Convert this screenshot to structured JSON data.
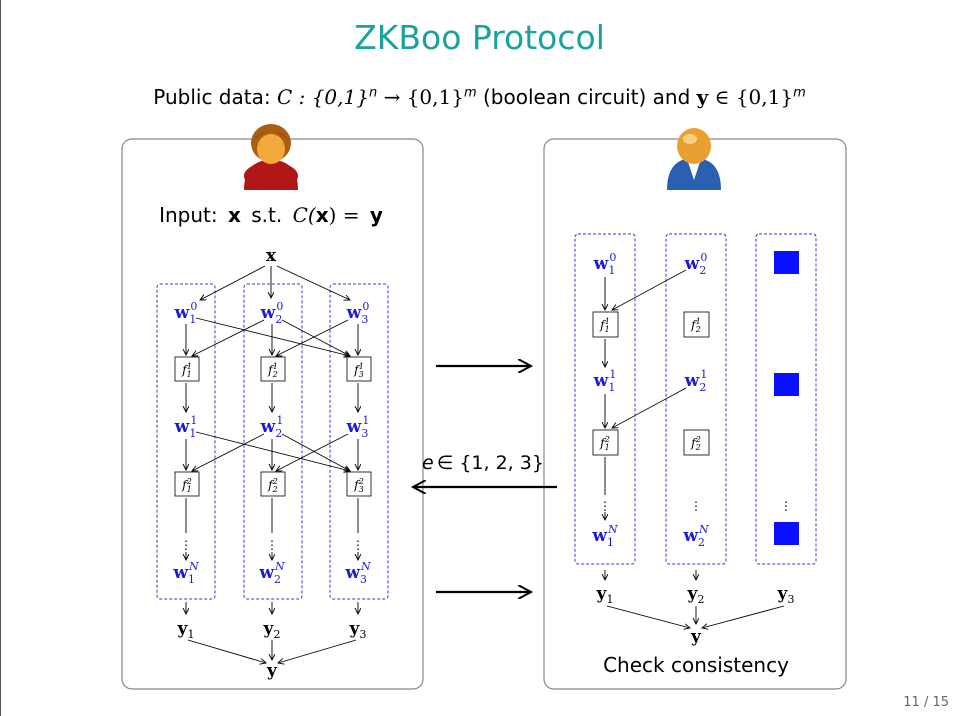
{
  "title": "ZKBoo Protocol",
  "public_data": {
    "label": "Public data:",
    "circuit": "C : {0,1}",
    "exp_n": "n",
    "arrow": "→ {0,1}",
    "exp_m": "m",
    "desc": "(boolean circuit) and",
    "y": "y",
    "in": "∈ {0,1}",
    "exp_m2": "m"
  },
  "prover": {
    "input_prefix": "Input:",
    "input_x": "x",
    "input_st": "s.t.",
    "input_cond": "C(",
    "input_cond_x": "x",
    "input_cond_end": ") =",
    "input_y": "y",
    "root": "x",
    "output": "y",
    "columns": [
      {
        "w0": "w",
        "w0_sub": "1",
        "w0_sup": "0",
        "f1": "f",
        "f1_sub": "1",
        "f1_sup": "1",
        "w1": "w",
        "w1_sub": "1",
        "w1_sup": "1",
        "f2": "f",
        "f2_sub": "1",
        "f2_sup": "2",
        "wN": "w",
        "wN_sub": "1",
        "wN_sup": "N",
        "y": "y",
        "y_sub": "1"
      },
      {
        "w0": "w",
        "w0_sub": "2",
        "w0_sup": "0",
        "f1": "f",
        "f1_sub": "2",
        "f1_sup": "1",
        "w1": "w",
        "w1_sub": "2",
        "w1_sup": "1",
        "f2": "f",
        "f2_sub": "2",
        "f2_sup": "2",
        "wN": "w",
        "wN_sub": "2",
        "wN_sup": "N",
        "y": "y",
        "y_sub": "2"
      },
      {
        "w0": "w",
        "w0_sub": "3",
        "w0_sup": "0",
        "f1": "f",
        "f1_sub": "3",
        "f1_sup": "1",
        "w1": "w",
        "w1_sub": "3",
        "w1_sup": "1",
        "f2": "f",
        "f2_sub": "3",
        "f2_sup": "2",
        "wN": "w",
        "wN_sub": "3",
        "wN_sup": "N",
        "y": "y",
        "y_sub": "3"
      }
    ],
    "dots": "⋮"
  },
  "verifier": {
    "columns": [
      {
        "w0": "w",
        "w0_sub": "1",
        "w0_sup": "0",
        "f1": "f",
        "f1_sub": "1",
        "f1_sup": "1",
        "w1": "w",
        "w1_sub": "1",
        "w1_sup": "1",
        "f2": "f",
        "f2_sub": "1",
        "f2_sup": "2",
        "wN": "w",
        "wN_sub": "1",
        "wN_sup": "N",
        "y": "y",
        "y_sub": "1"
      },
      {
        "w0": "w",
        "w0_sub": "2",
        "w0_sup": "0",
        "f1": "f",
        "f1_sub": "2",
        "f1_sup": "1",
        "w1": "w",
        "w1_sub": "2",
        "w1_sup": "1",
        "f2": "f",
        "f2_sub": "2",
        "f2_sup": "2",
        "wN": "w",
        "wN_sub": "2",
        "wN_sup": "N",
        "y": "y",
        "y_sub": "2"
      }
    ],
    "hidden_y": "y",
    "hidden_y_sub": "3",
    "output": "y",
    "check": "Check consistency",
    "dots": "⋮"
  },
  "challenge": {
    "e": "e",
    "in": "∈ {1, 2, 3}"
  },
  "colors": {
    "title": "#19a39a",
    "wire_blue": "#1a1adb",
    "hidden_square": "#0a10ff",
    "dashed_border": "#3a3acc",
    "prover_avatar": "#b01818",
    "verifier_avatar": "#2a60b0"
  },
  "icons": {
    "prover": "female-user-icon",
    "verifier": "male-user-icon"
  },
  "page": "11 / 15"
}
